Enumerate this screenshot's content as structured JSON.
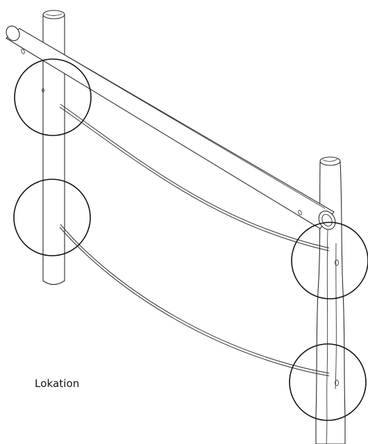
{
  "caption": {
    "label": "Lokation"
  },
  "highlights": [
    {
      "name": "left-upper-attachment"
    },
    {
      "name": "left-lower-attachment"
    },
    {
      "name": "right-upper-attachment"
    },
    {
      "name": "right-lower-attachment"
    }
  ]
}
